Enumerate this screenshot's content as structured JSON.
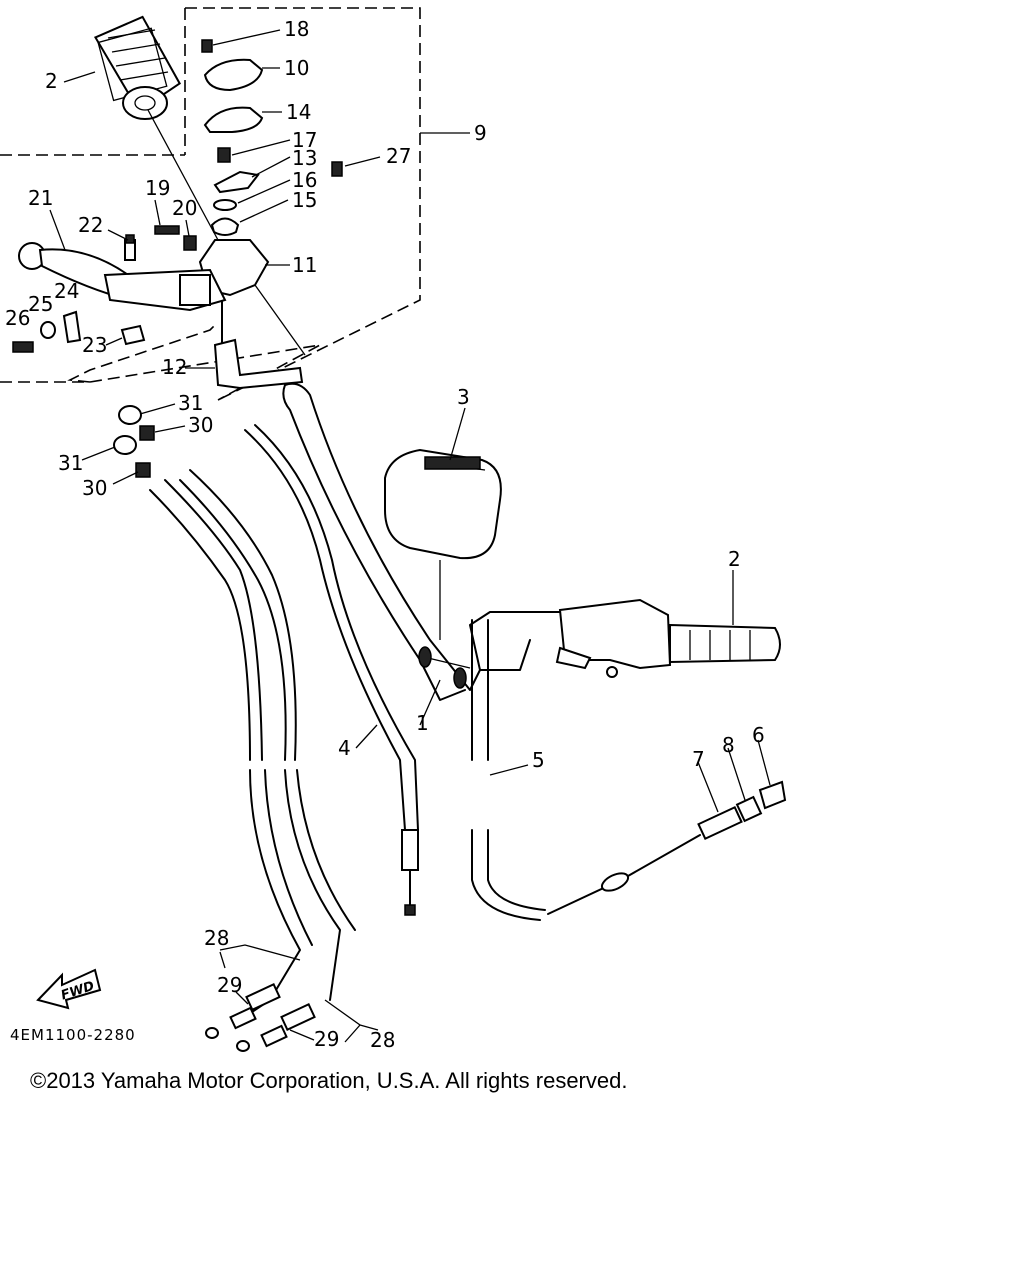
{
  "diagram": {
    "part_code": "4EM1100-2280",
    "fwd_label": "FWD",
    "copyright": "©2013 Yamaha Motor Corporation, U.S.A. All rights reserved.",
    "callouts": {
      "c2_top": "2",
      "c18": "18",
      "c10": "10",
      "c14": "14",
      "c9": "9",
      "c17": "17",
      "c13": "13",
      "c27": "27",
      "c16": "16",
      "c15": "15",
      "c21": "21",
      "c19": "19",
      "c22": "22",
      "c20": "20",
      "c11": "11",
      "c24": "24",
      "c25": "25",
      "c26": "26",
      "c23": "23",
      "c12": "12",
      "c31_a": "31",
      "c30_a": "30",
      "c31_b": "31",
      "c30_b": "30",
      "c3": "3",
      "c2_right": "2",
      "c1": "1",
      "c4": "4",
      "c5": "5",
      "c7": "7",
      "c8": "8",
      "c6": "6",
      "c28_a": "28",
      "c29_a": "29",
      "c29_b": "29",
      "c28_b": "28"
    }
  }
}
